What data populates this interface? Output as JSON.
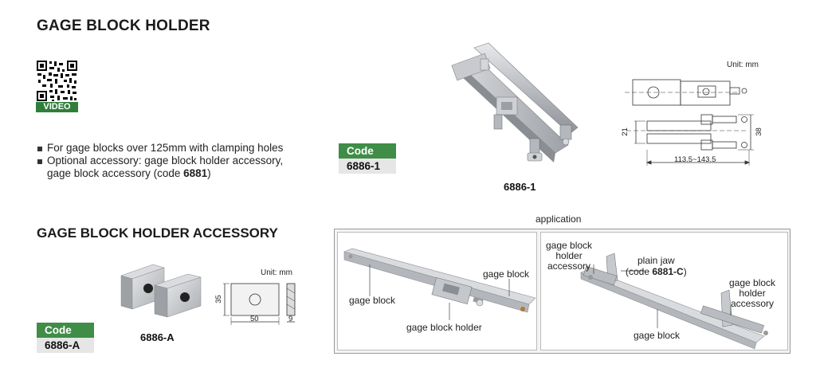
{
  "holder": {
    "title": "GAGE BLOCK HOLDER",
    "qr_label": "VIDEO",
    "bullets": [
      "For gage blocks over 125mm with clamping holes",
      "Optional accessory: gage block holder accessory,"
    ],
    "bullet2_cont": "gage block accessory (code ",
    "bullet2_code": "6881",
    "bullet2_end": ")",
    "code_header": "Code",
    "code_value": "6886-1",
    "product_caption": "6886-1",
    "unit": "Unit: mm",
    "dims": {
      "height_small": "21",
      "height_big": "38",
      "range": "113.5~143.5"
    }
  },
  "accessory": {
    "title": "GAGE BLOCK HOLDER ACCESSORY",
    "code_header": "Code",
    "code_value": "6886-A",
    "product_caption": "6886-A",
    "unit": "Unit: mm",
    "dims": {
      "height": "35",
      "width": "50",
      "thickness": "9"
    }
  },
  "application": {
    "title": "application",
    "left_labels": {
      "gage_block_left": "gage block",
      "gage_block_right": "gage block",
      "holder": "gage block holder"
    },
    "right_labels": {
      "acc1_l1": "gage block",
      "acc1_l2": "holder",
      "acc1_l3": "accessory",
      "plain_jaw": "plain jaw",
      "code_prefix": "(code ",
      "code_bold": "6881-C",
      "code_suffix": ")",
      "acc2_l1": "gage block",
      "acc2_l2": "holder",
      "acc2_l3": "accessory",
      "gage_block": "gage block"
    }
  }
}
